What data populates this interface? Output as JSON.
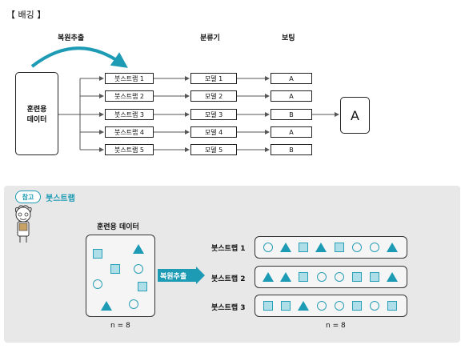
{
  "title": "【 배깅 】",
  "headers": {
    "bootstrap": "복원추출",
    "classifier": "분류기",
    "voting": "보팅"
  },
  "training_data": {
    "line1": "훈련용",
    "line2": "데이터"
  },
  "bootstraps": [
    "붓스트랩 1",
    "붓스트랩 2",
    "붓스트랩 3",
    "붓스트랩 4",
    "붓스트랩 5"
  ],
  "models": [
    "모델 1",
    "모델 2",
    "모델 3",
    "모델 4",
    "모델 5"
  ],
  "votes": [
    "A",
    "A",
    "B",
    "A",
    "B"
  ],
  "final_result": "A",
  "reference": {
    "badge": "참고",
    "title": "붓스트랩",
    "dataset_label": "훈련용 데이터",
    "arrow_label": "복원추출",
    "n_left": "n = 8",
    "n_right": "n = 8",
    "sample_labels": [
      "붓스트랩 1",
      "붓스트랩 2",
      "붓스트랩 3"
    ],
    "original_items": [
      "square",
      "triangle",
      "square",
      "circle",
      "circle",
      "square",
      "triangle",
      "circle"
    ],
    "samples": [
      [
        "circle",
        "triangle",
        "square",
        "triangle",
        "square",
        "circle",
        "circle",
        "triangle"
      ],
      [
        "triangle",
        "triangle",
        "square",
        "circle",
        "circle",
        "square",
        "square",
        "triangle"
      ],
      [
        "square",
        "square",
        "triangle",
        "circle",
        "circle",
        "square",
        "circle",
        "square"
      ]
    ]
  },
  "colors": {
    "accent": "#1d9bb5",
    "panel": "#e8e8e8",
    "shape_fill": "#aedfe9"
  }
}
